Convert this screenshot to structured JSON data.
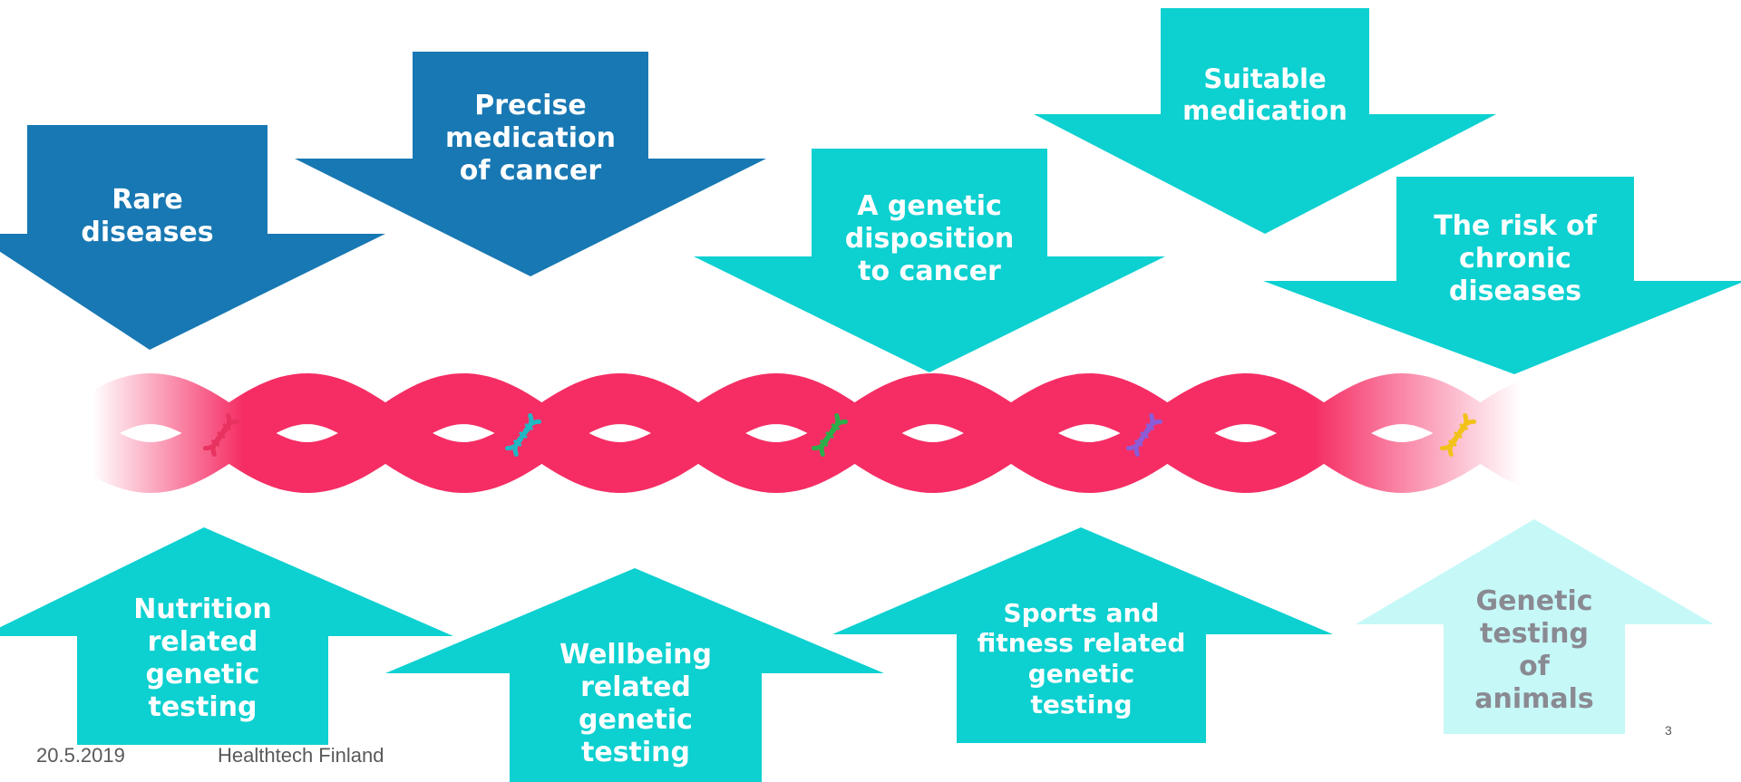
{
  "colors": {
    "dark_blue": "#1878b3",
    "turquoise": "#0dd0d0",
    "light_cyan": "#c6f8f8",
    "helix_pink": "#f52d64",
    "title": "#000000",
    "footer_text": "#595959",
    "light_label": "#8a8a92"
  },
  "diagram": {
    "down_arrows": [
      {
        "label": "Rare\ndiseases",
        "color": "dark_blue"
      },
      {
        "label": "Precise\nmedication\nof cancer",
        "color": "dark_blue"
      },
      {
        "label": "A genetic\ndisposition\nto cancer",
        "color": "turquoise"
      },
      {
        "label": "Suitable\nmedication",
        "color": "turquoise"
      },
      {
        "label": "The risk of\nchronic\ndiseases",
        "color": "turquoise"
      }
    ],
    "up_arrows": [
      {
        "label": "Nutrition\nrelated\ngenetic\ntesting",
        "color": "turquoise"
      },
      {
        "label": "Wellbeing\nrelated\ngenetic\ntesting",
        "color": "turquoise"
      },
      {
        "label": "Sports and\nfitness related\ngenetic\ntesting",
        "color": "turquoise"
      },
      {
        "label": "Genetic\ntesting\nof\nanimals",
        "color": "light_cyan"
      }
    ],
    "helix_icons": [
      {
        "icon": "dna-icon",
        "color": "#e8325f"
      },
      {
        "icon": "dna-icon",
        "color": "#23b7c4"
      },
      {
        "icon": "dna-icon",
        "color": "#2cae4b"
      },
      {
        "icon": "dna-icon",
        "color": "#8b5cd6"
      },
      {
        "icon": "dna-icon",
        "color": "#f2c21b"
      }
    ]
  },
  "footer": {
    "date": "20.5.2019",
    "org": "Healthtech Finland",
    "page_number": "3"
  }
}
